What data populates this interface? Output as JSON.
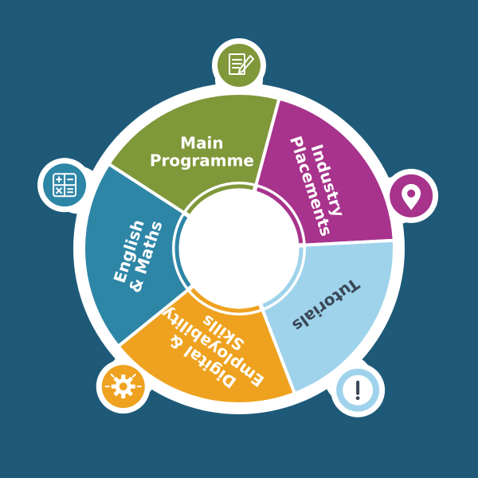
{
  "colors": {
    "background": "#1e5a78",
    "outer_ring": "#ffffff",
    "center": "#ffffff",
    "text_light": "#ffffff",
    "text_dark": "#3a4656"
  },
  "segments": [
    {
      "id": "main-programme",
      "lines": [
        "Main",
        "Programme"
      ],
      "color": "#7f983a",
      "text_color": "#ffffff",
      "icon": "document-pencil-icon"
    },
    {
      "id": "industry-placements",
      "lines": [
        "Industry",
        "Placements"
      ],
      "color": "#a7338c",
      "text_color": "#ffffff",
      "icon": "location-pin-icon"
    },
    {
      "id": "tutorials",
      "lines": [
        "Tutorials"
      ],
      "color": "#9fd3ec",
      "text_color": "#3a4656",
      "icon": "exclamation-icon"
    },
    {
      "id": "digital-employability-skills",
      "lines": [
        "Digital &",
        "Employability",
        "Skills"
      ],
      "color": "#eea21f",
      "text_color": "#ffffff",
      "icon": "gear-lightbulb-icon"
    },
    {
      "id": "english-maths",
      "lines": [
        "English",
        "& Maths"
      ],
      "color": "#2e86a7",
      "text_color": "#ffffff",
      "icon": "calculator-icon"
    }
  ]
}
